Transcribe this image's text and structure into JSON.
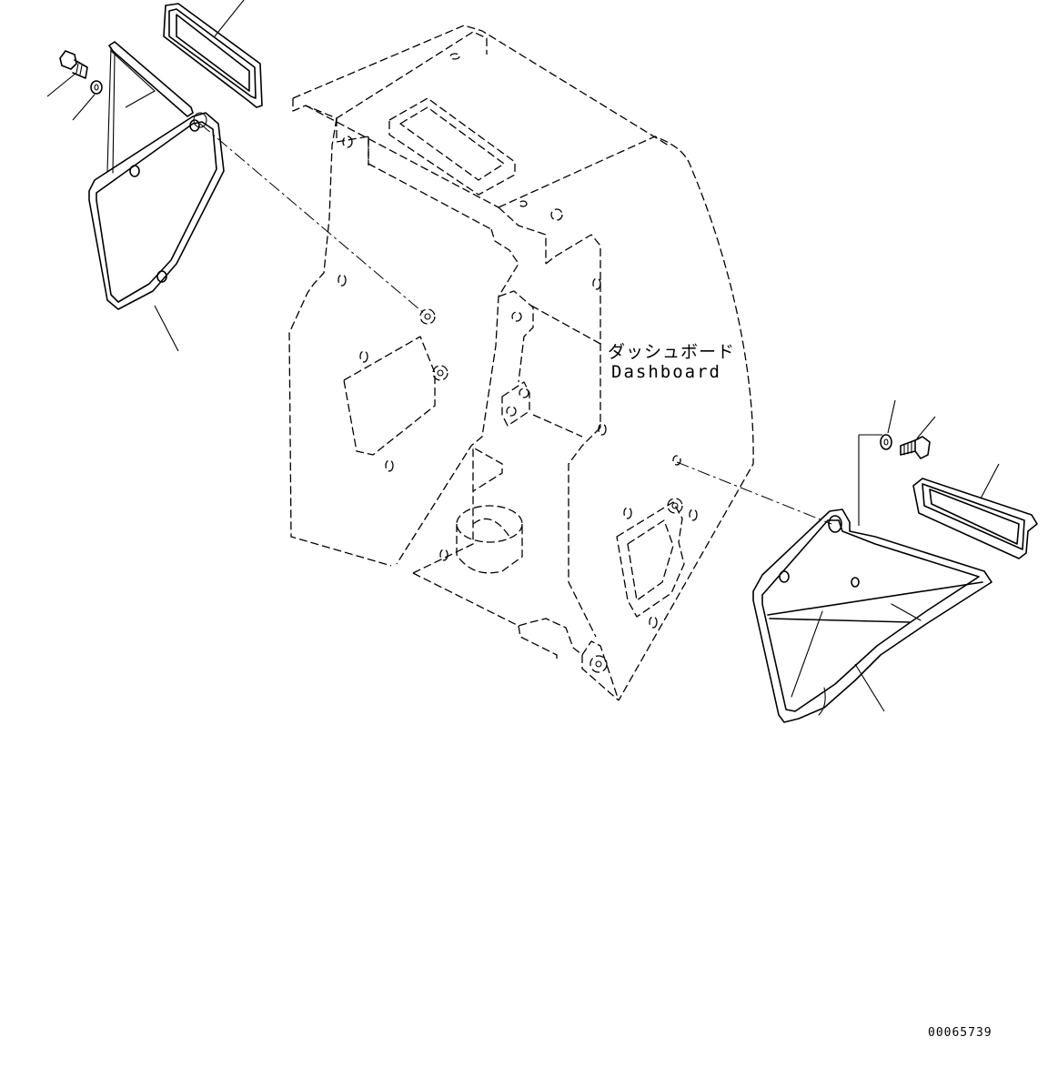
{
  "labels": {
    "part_name_jp": "ダッシュボード",
    "part_name_en": "Dashboard",
    "drawing_number": "00065739"
  }
}
